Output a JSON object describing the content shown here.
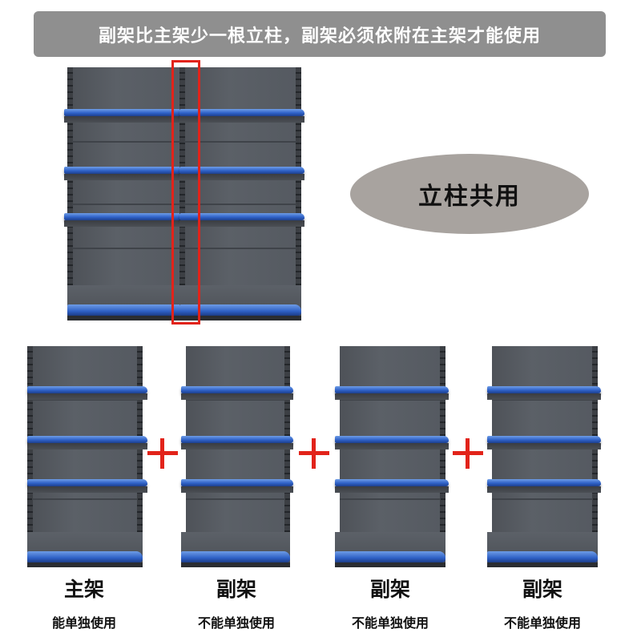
{
  "banner": {
    "text": "副架比主架少一根立柱，副架必须依附在主架才能使用"
  },
  "callout": {
    "text": "立柱共用"
  },
  "units": [
    {
      "title": "主架",
      "note": "能单独使用"
    },
    {
      "title": "副架",
      "note": "不能单独使用"
    },
    {
      "title": "副架",
      "note": "不能单独使用"
    },
    {
      "title": "副架",
      "note": "不能单独使用"
    }
  ],
  "colors": {
    "banner_bg": "#8f8f8f",
    "callout_bg": "#a8a39f",
    "highlight": "#e2231a",
    "shelf_edge": "#2f62c8",
    "shelf_body": "#555a61"
  },
  "icons": [
    "plus-icon",
    "plus-icon",
    "plus-icon"
  ]
}
